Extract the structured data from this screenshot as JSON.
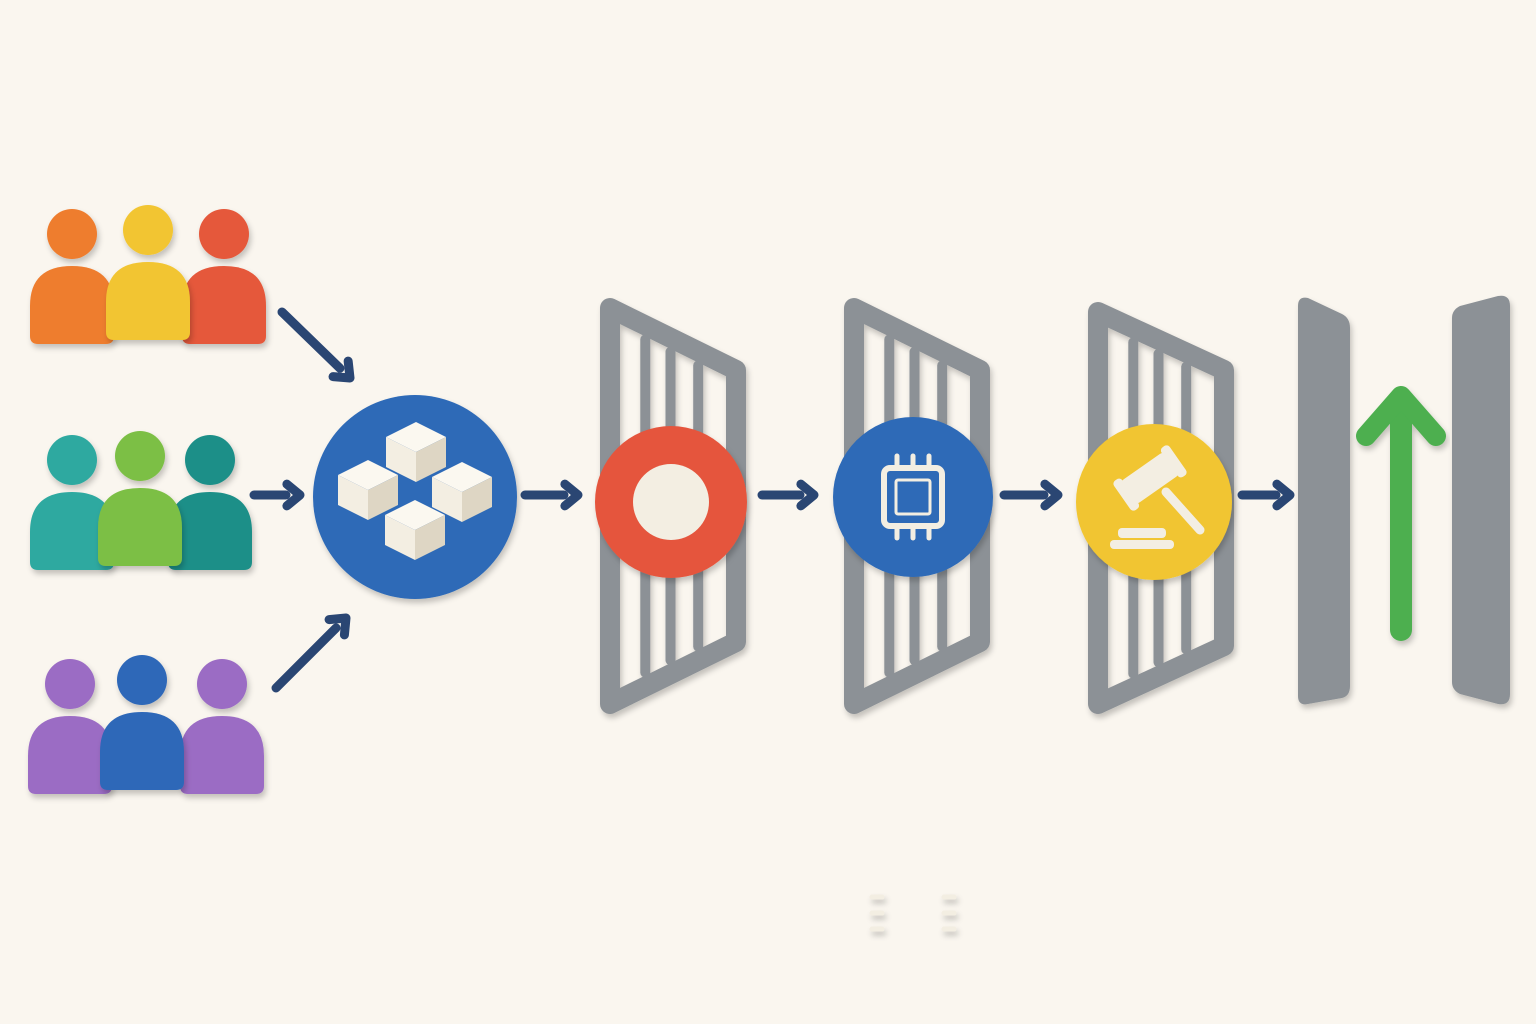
{
  "diagram": {
    "background": "#faf6ef",
    "user_groups": [
      {
        "name": "group-orange-yellow-red",
        "members": [
          {
            "color": "#ee7d2f"
          },
          {
            "color": "#f2c531"
          },
          {
            "color": "#e5583a"
          }
        ]
      },
      {
        "name": "group-teal-green",
        "members": [
          {
            "color": "#2fa9a0"
          },
          {
            "color": "#7cbf45"
          },
          {
            "color": "#1f8f88"
          }
        ]
      },
      {
        "name": "group-purple-blue",
        "members": [
          {
            "color": "#9b6cc4"
          },
          {
            "color": "#2e67b8"
          },
          {
            "color": "#9b6cc4"
          }
        ]
      }
    ],
    "stages": [
      {
        "name": "blocks-hub",
        "icon": "blocks-icon",
        "color": "#2d6ab7"
      },
      {
        "name": "gate-record",
        "icon": "record-icon",
        "color": "#e5553d"
      },
      {
        "name": "gate-chip",
        "icon": "chip-icon",
        "color": "#2d6ab7"
      },
      {
        "name": "gate-gavel",
        "icon": "gavel-icon",
        "color": "#f1c530"
      },
      {
        "name": "output-growth",
        "icon": "up-arrow-icon",
        "color": "#4daf50"
      }
    ],
    "colors": {
      "arrow": "#2a4673",
      "gate_frame": "#8c9196",
      "icon_fill": "#f3eee2"
    }
  }
}
